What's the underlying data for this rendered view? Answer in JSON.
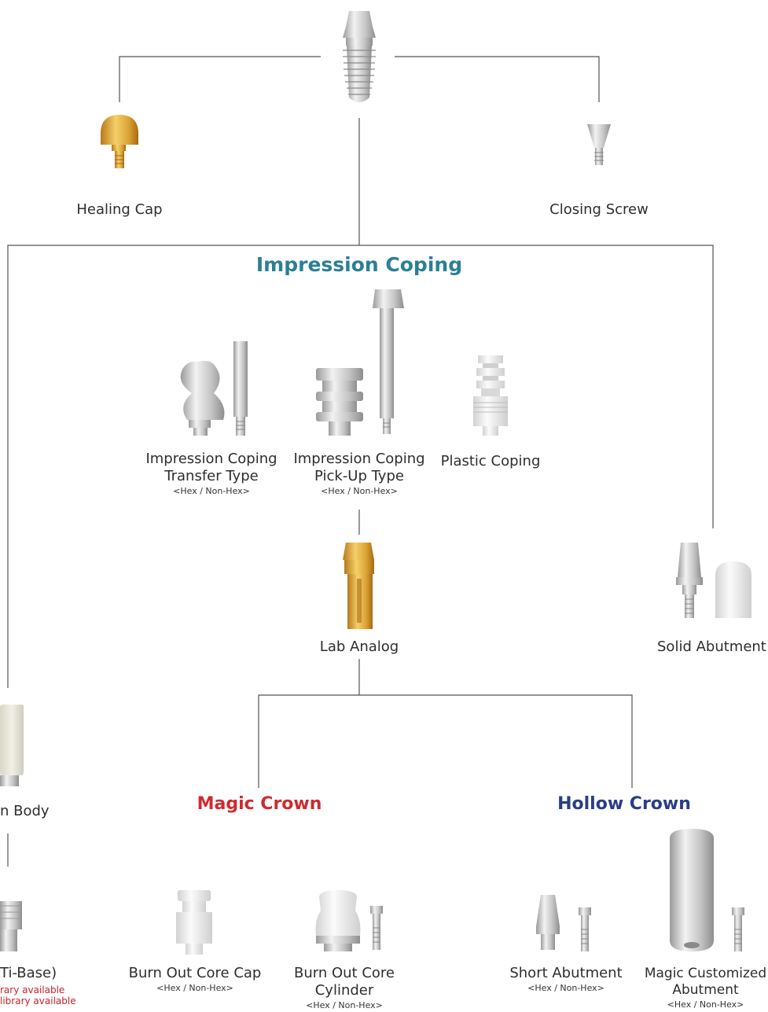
{
  "colors": {
    "impression_heading": "#2b7f95",
    "magic_heading": "#cf2a2f",
    "hollow_heading": "#2a3e85",
    "connector": "#555555",
    "gold": "#d9a234",
    "titanium": "#c9c9c9",
    "plastic": "#ececec"
  },
  "headings": {
    "impression": "Impression Coping",
    "magic": "Magic Crown",
    "hollow": "Hollow Crown"
  },
  "items": {
    "healing_cap": {
      "label": "Healing Cap",
      "icon": "healing-cap-icon"
    },
    "closing_screw": {
      "label": "Closing Screw",
      "icon": "closing-screw-icon"
    },
    "transfer": {
      "line1": "Impression Coping",
      "line2": "Transfer Type",
      "sub": "<Hex / Non-Hex>"
    },
    "pickup": {
      "line1": "Impression Coping",
      "line2": "Pick-Up Type",
      "sub": "<Hex / Non-Hex>"
    },
    "plastic_coping": {
      "label": "Plastic Coping"
    },
    "lab_analog": {
      "label": "Lab Analog"
    },
    "solid_abutment": {
      "label": "Solid Abutment"
    },
    "scan_body": {
      "label": "n Body"
    },
    "ti_base": {
      "label": "Ti-Base)",
      "lib1": "rary available",
      "lib2": "library available"
    },
    "burn_out_cap": {
      "label": "Burn Out Core Cap",
      "sub": "<Hex / Non-Hex>"
    },
    "burn_out_cylinder": {
      "line1": "Burn Out Core",
      "line2": "Cylinder",
      "sub": "<Hex / Non-Hex>"
    },
    "short_abutment": {
      "label": "Short Abutment",
      "sub": "<Hex / Non-Hex>"
    },
    "magic_customized": {
      "line1": "Magic Customized",
      "line2": "Abutment",
      "sub": "<Hex / Non-Hex>"
    }
  }
}
